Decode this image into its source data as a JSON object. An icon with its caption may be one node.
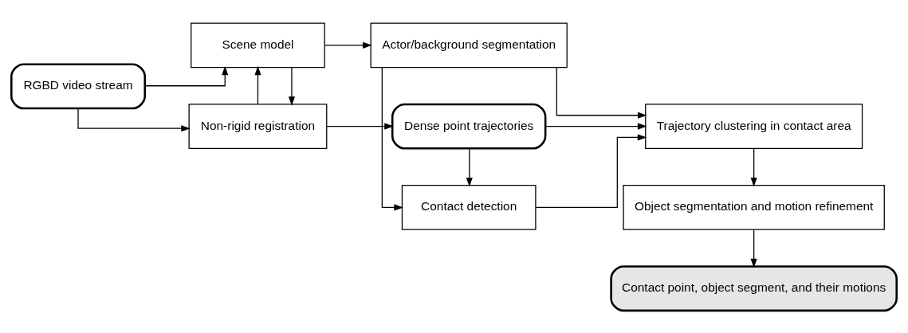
{
  "diagram": {
    "nodes": [
      {
        "text": [
          "RGBD video stream"
        ]
      },
      {
        "text": [
          "Non-rigid registration"
        ]
      },
      {
        "text": [
          "Dense point trajectories"
        ]
      },
      {
        "text": [
          "Trajectory clustering in contact area"
        ]
      },
      {
        "text": [
          "Scene model"
        ]
      },
      {
        "text": [
          "Contact detection"
        ]
      },
      {
        "text": [
          "Object segmentation and motion refinement"
        ]
      },
      {
        "text": [
          "Actor/background segmentation"
        ]
      },
      {
        "text": [
          "Contact point, object segment, and their motions"
        ]
      }
    ],
    "edges": [
      {
        "from": 0,
        "to": 1,
        "arrow": "to"
      },
      {
        "from": 0,
        "to": 4,
        "arrow": "to"
      },
      {
        "from": 1,
        "to": 2,
        "arrow": "to"
      },
      {
        "from": 1,
        "to": 4,
        "arrow": "to"
      },
      {
        "from": 4,
        "to": 1,
        "arrow": "to"
      },
      {
        "from": 2,
        "to": 3,
        "arrow": "to"
      },
      {
        "from": 2,
        "to": 5,
        "arrow": "to"
      },
      {
        "from": 5,
        "to": 3,
        "arrow": "to"
      },
      {
        "from": 7,
        "to": 3,
        "arrow": "to"
      },
      {
        "from": 4,
        "to": 7,
        "arrow": "to"
      },
      {
        "from": 7,
        "to": 5,
        "arrow": "to"
      },
      {
        "from": 3,
        "to": 6,
        "arrow": "to"
      },
      {
        "from": 6,
        "to": 8,
        "arrow": "to"
      }
    ]
  }
}
